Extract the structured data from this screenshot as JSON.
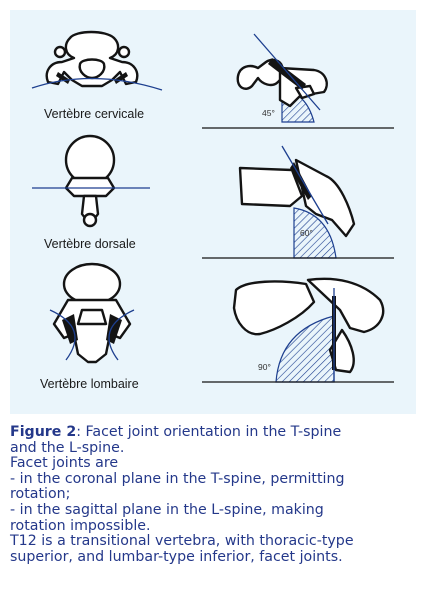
{
  "labels": {
    "cervical": "Vertèbre cervicale",
    "dorsal": "Vertèbre dorsale",
    "lumbar": "Vertèbre lombaire",
    "angle_cervical": "45°",
    "angle_dorsal": "60°",
    "angle_lumbar": "90°"
  },
  "caption": {
    "bold": "Figure 2",
    "lines": [
      ": Facet joint orientation in the T-spine",
      "and the L-spine.",
      "Facet joints are",
      "- in the coronal plane in the T-spine, permitting",
      "rotation;",
      "- in the sagittal plane in the L-spine, making",
      "rotation impossible.",
      "T12 is a transitional vertebra, with thoracic-type",
      "superior, and lumbar-type inferior, facet joints."
    ]
  }
}
